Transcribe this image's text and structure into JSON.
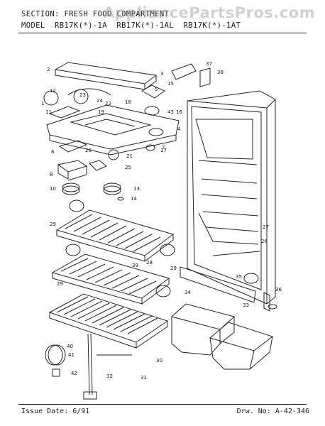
{
  "header": {
    "section_line": "SECTION: FRESH FOOD COMPARTMENT",
    "model_line": "MODEL  RB17K(*)-1A  RB17K(*)-1AL  RB17K(*)-1AT"
  },
  "watermark": "AppliancePartsPros.com",
  "footer": {
    "issue_date": "Issue Date: 6/91",
    "drawing_number": "Drw. No: A-42-346"
  },
  "part_callouts": [
    "1",
    "2",
    "3",
    "4",
    "5",
    "6",
    "7",
    "8",
    "10",
    "11",
    "12",
    "13",
    "14",
    "15",
    "16",
    "17",
    "18",
    "19",
    "20",
    "21",
    "22",
    "23",
    "24",
    "25",
    "26",
    "27",
    "28",
    "29",
    "29",
    "29",
    "30",
    "31",
    "32",
    "33",
    "34",
    "35",
    "36",
    "37",
    "38",
    "39",
    "40",
    "41",
    "42",
    "43"
  ]
}
